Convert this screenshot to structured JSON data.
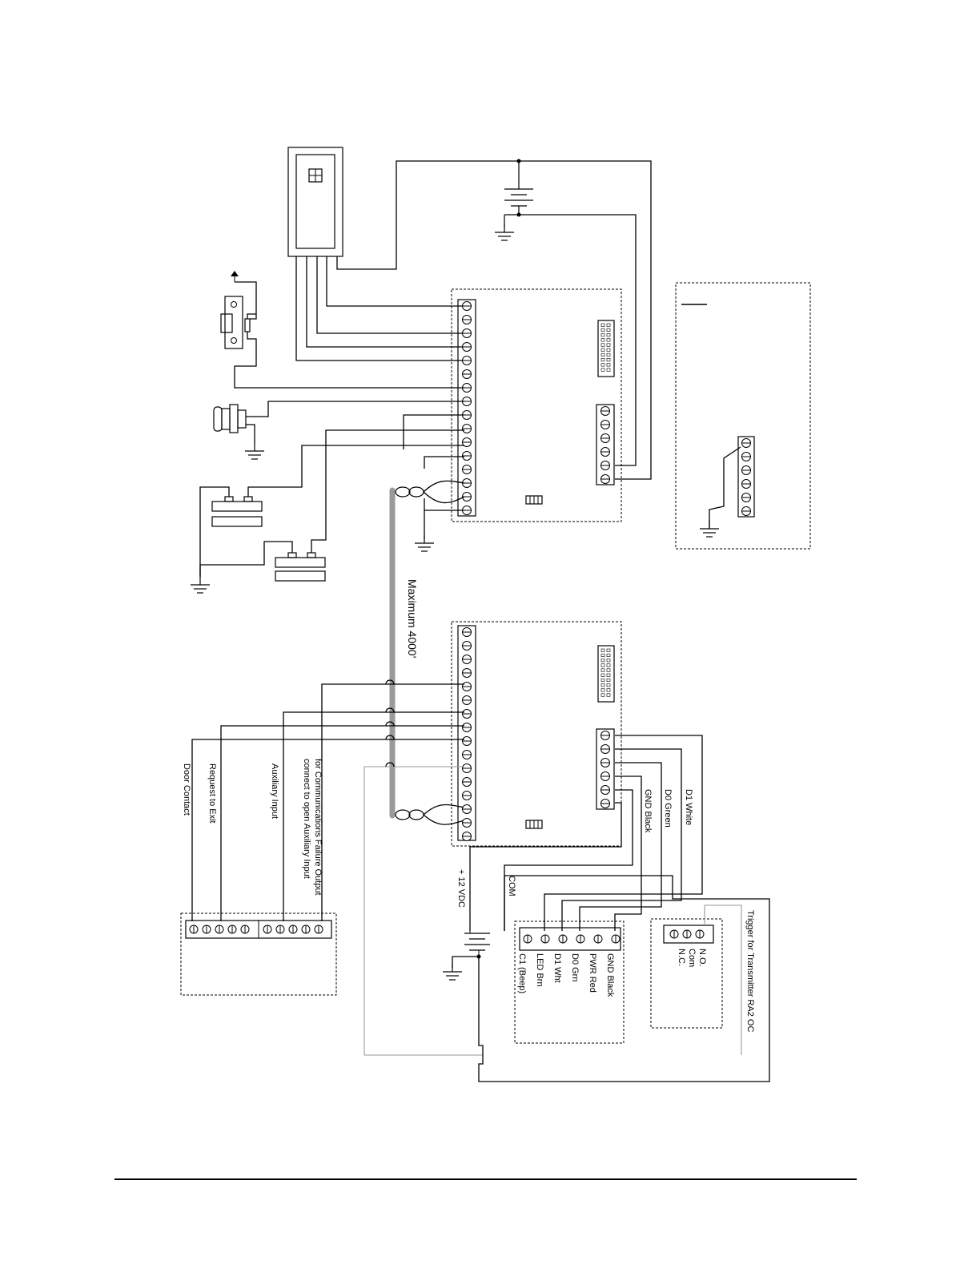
{
  "labels": {
    "max_distance": "Maximum 4000'",
    "door_contact": "Door Contact",
    "request_to_exit": "Request to Exit",
    "auxiliary_input": "Auxiliary Input",
    "comm_failure_line1": "for Communications Failure Output",
    "comm_failure_line2": "connect to open Auxiliary Input",
    "d1_white": "D1 White",
    "d0_green": "D0 Green",
    "gnd_black": "GND Black",
    "plus_12vdc": "+ 12 VDC",
    "com": "COM",
    "trigger_transmitter": "Trigger for Transmitter RA2 OC"
  },
  "reader_terminals": [
    "GND Black",
    "PWR Red",
    "D0 Grn",
    "D1 Wht",
    "LED Brn",
    "C1 (Beep)"
  ],
  "relay_terminals": [
    "N.O.",
    "Com",
    "N.C."
  ],
  "icons": [
    "keypad-reader-icon",
    "battery-icon",
    "ground-icon",
    "door-strike-icon",
    "exit-button-icon",
    "door-contact-icon",
    "terminal-block-icon"
  ]
}
